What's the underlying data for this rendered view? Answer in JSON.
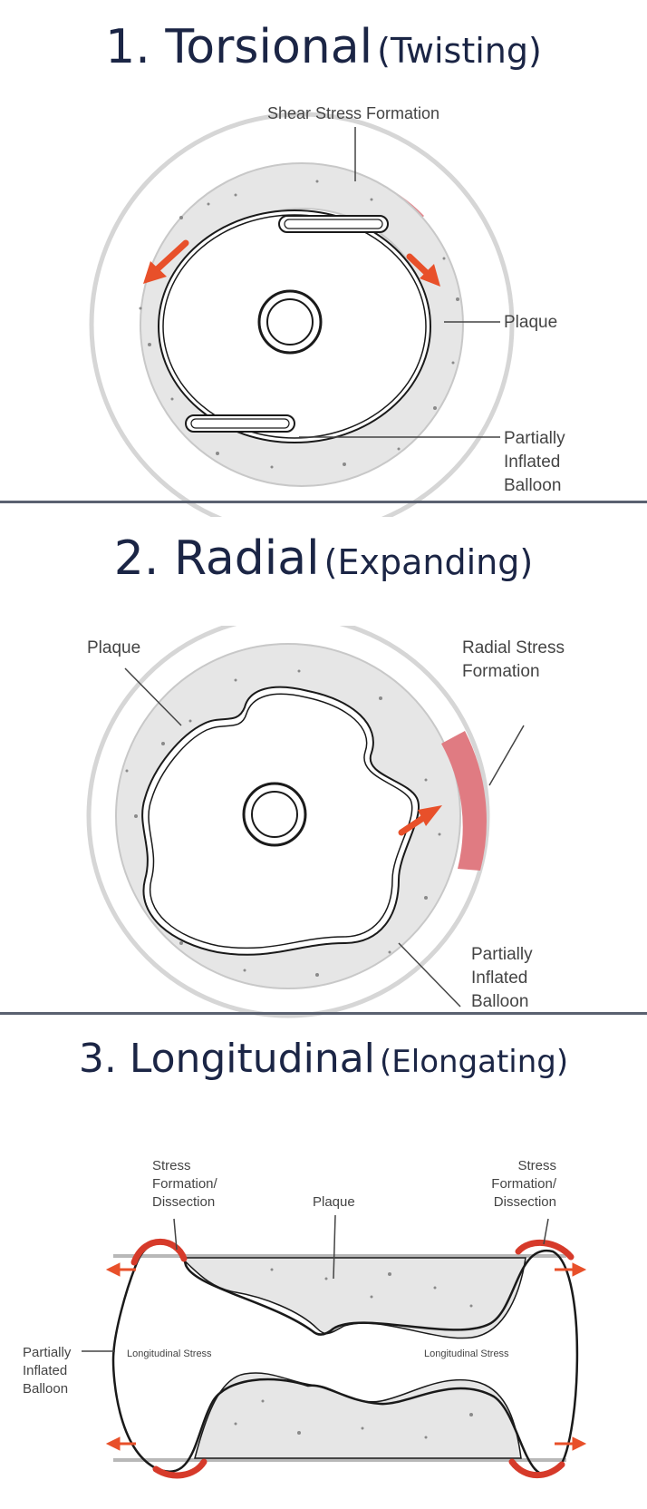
{
  "panels": [
    {
      "title_main": "1. Torsional",
      "title_sub": "(Twisting)",
      "labels": {
        "shear": "Shear Stress Formation",
        "plaque": "Plaque",
        "balloon_1": "Partially",
        "balloon_2": "Inflated",
        "balloon_3": "Balloon"
      }
    },
    {
      "title_main": "2. Radial",
      "title_sub": "(Expanding)",
      "labels": {
        "plaque": "Plaque",
        "radial_1": "Radial Stress",
        "radial_2": "Formation",
        "balloon_1": "Partially",
        "balloon_2": "Inflated",
        "balloon_3": "Balloon"
      }
    },
    {
      "title_main": "3. Longitudinal",
      "title_sub": "(Elongating)",
      "labels": {
        "stress_left_1": "Stress",
        "stress_left_2": "Formation/",
        "stress_left_3": "Dissection",
        "stress_right_1": "Stress",
        "stress_right_2": "Formation/",
        "stress_right_3": "Dissection",
        "plaque": "Plaque",
        "balloon_1": "Partially",
        "balloon_2": "Inflated",
        "balloon_3": "Balloon",
        "long_left": "Longitudinal Stress",
        "long_right": "Longitudinal Stress"
      }
    }
  ],
  "colors": {
    "title": "#1b2545",
    "stress_band": "#e07b82",
    "arrow": "#e8502a",
    "plaque_fill": "#e6e6e6",
    "outline": "#1a1a1a"
  }
}
